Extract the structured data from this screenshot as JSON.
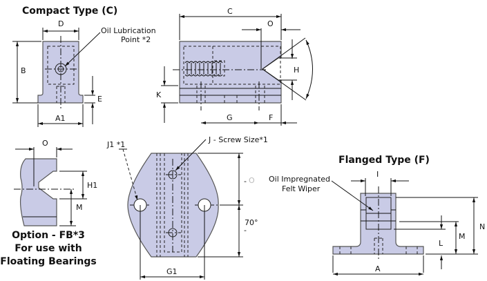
{
  "compact": {
    "title": "Compact Type (C)",
    "labels": {
      "D": "D",
      "B": "B",
      "E": "E",
      "A1": "A1",
      "C": "C",
      "O": "O",
      "H": "H",
      "K": "K",
      "G": "G",
      "F": "F"
    },
    "oil_line1": "Oil Lubrication",
    "oil_line2": "Point *2"
  },
  "option_fb": {
    "labels": {
      "O": "O",
      "H1": "H1",
      "M": "M"
    },
    "line1": "Option - FB*3",
    "line2": "For use with",
    "line3": "Floating Bearings"
  },
  "plate": {
    "j1": "J1 *1",
    "j_screw": "J - Screw Size*1",
    "dash1": "-",
    "dash2": "-",
    "o": "O",
    "angle": "70°",
    "g1": "G1"
  },
  "flanged": {
    "title": "Flanged Type (F)",
    "labels": {
      "I": "I",
      "N": "N",
      "M": "M",
      "L": "L",
      "A": "A"
    },
    "wiper_line1": "Oil Impregnated",
    "wiper_line2": "Felt Wiper"
  }
}
